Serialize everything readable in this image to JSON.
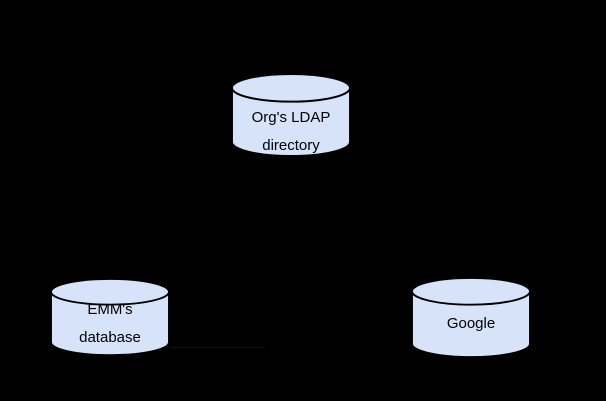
{
  "diagram": {
    "background_color": "#000000",
    "node_fill_color": "#d7e3f9",
    "node_stroke_color": "#000000",
    "text_color": "#000000",
    "nodes": [
      {
        "id": "orgs-ldap-directory",
        "shape": "database-cylinder",
        "line1": "Org's LDAP",
        "line2": "directory",
        "fill": "#d7e3f9",
        "stroke": "#000000"
      },
      {
        "id": "emm-database",
        "shape": "database-cylinder",
        "line1": "EMM's",
        "line2": "database",
        "fill": "#d7e3f9",
        "stroke": "#000000"
      },
      {
        "id": "google",
        "shape": "database-cylinder",
        "line1": "Google",
        "line2": "",
        "fill": "#d7e3f9",
        "stroke": "#000000"
      }
    ]
  }
}
